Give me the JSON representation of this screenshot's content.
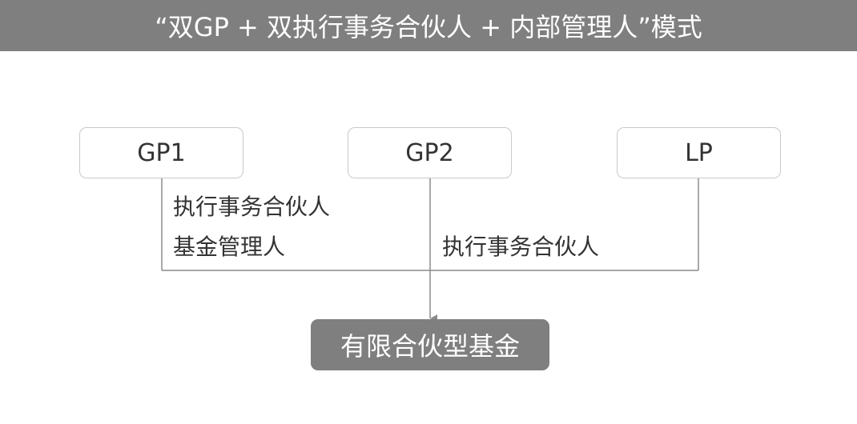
{
  "title": "“双GP + 双执行事务合伙人 + 内部管理人”模式",
  "nodes": {
    "gp1": "GP1",
    "gp2": "GP2",
    "lp": "LP"
  },
  "labels": {
    "gp1_role_1": "执行事务合伙人",
    "gp1_role_2": "基金管理人",
    "lp_role": "执行事务合伙人"
  },
  "fund": "有限合伙型基金",
  "colors": {
    "header_bg": "#7f7f7f",
    "fund_bg": "#7f7f7f",
    "node_border": "#c9c9c9",
    "line": "#8c8c8c",
    "text": "#333333"
  }
}
